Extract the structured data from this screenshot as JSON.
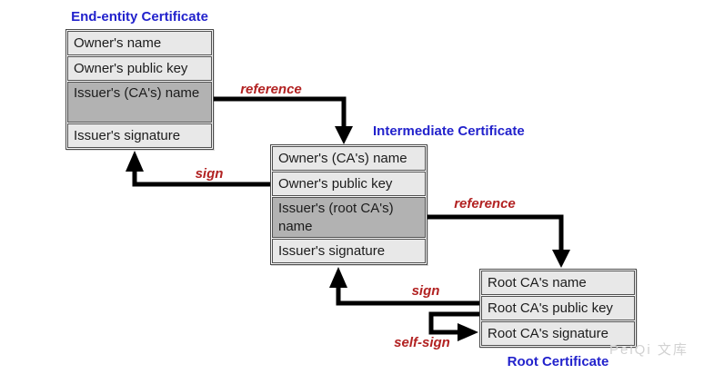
{
  "diagram": {
    "type": "certificate-chain-of-trust",
    "background": "#ffffff",
    "colors": {
      "title_blue": "#2222cc",
      "label_red": "#b22222",
      "cell_light": "#e8e8e8",
      "cell_dark": "#b2b2b2",
      "cell_border": "#505050",
      "arrow_black": "#000000",
      "watermark_gray": "#d2d2d2"
    },
    "certificates": {
      "end_entity": {
        "title": "End-entity Certificate",
        "rows": [
          "Owner's name",
          "Owner's public key",
          "Issuer's (CA's) name",
          "Issuer's signature"
        ]
      },
      "intermediate": {
        "title": "Intermediate Certificate",
        "rows": [
          "Owner's (CA's) name",
          "Owner's public key",
          "Issuer's (root CA's) name",
          "Issuer's signature"
        ]
      },
      "root": {
        "title": "Root Certificate",
        "rows": [
          "Root CA's name",
          "Root CA's public key",
          "Root CA's signature"
        ]
      }
    },
    "arrow_labels": {
      "reference_end_to_intermediate": "reference",
      "sign_intermediate_to_end": "sign",
      "reference_intermediate_to_root": "reference",
      "sign_root_to_intermediate": "sign",
      "self_sign_root": "self-sign"
    },
    "watermark": "PeiQi 文库"
  }
}
